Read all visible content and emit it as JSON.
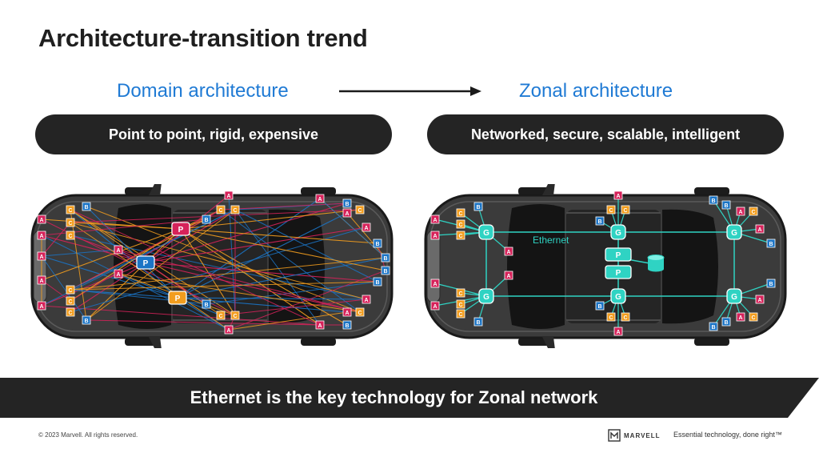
{
  "title": "Architecture-transition trend",
  "domain": {
    "heading": "Domain architecture",
    "pill": "Point to point, rigid, expensive"
  },
  "zonal": {
    "heading": "Zonal architecture",
    "pill": "Networked, secure, scalable, intelligent",
    "network_label": "Ethernet"
  },
  "node_labels": {
    "actuator": "A",
    "bus": "B",
    "controller": "C",
    "processor": "P",
    "gateway": "G"
  },
  "banner": "Ethernet is the key technology for Zonal network",
  "footer": {
    "copyright": "© 2023 Marvell. All rights reserved.",
    "logo": "MARVELL",
    "tagline": "Essential technology, done right™"
  },
  "colors": {
    "accent_blue": "#1f7ad4",
    "actuator": "#d6225a",
    "bus": "#1b74c5",
    "controller": "#f29d1e",
    "ethernet": "#2fd3c3",
    "pill_bg": "#242424"
  },
  "icons": [
    "arrow-right-icon",
    "car-top-view-icon",
    "database-icon",
    "marvell-logo-icon"
  ]
}
